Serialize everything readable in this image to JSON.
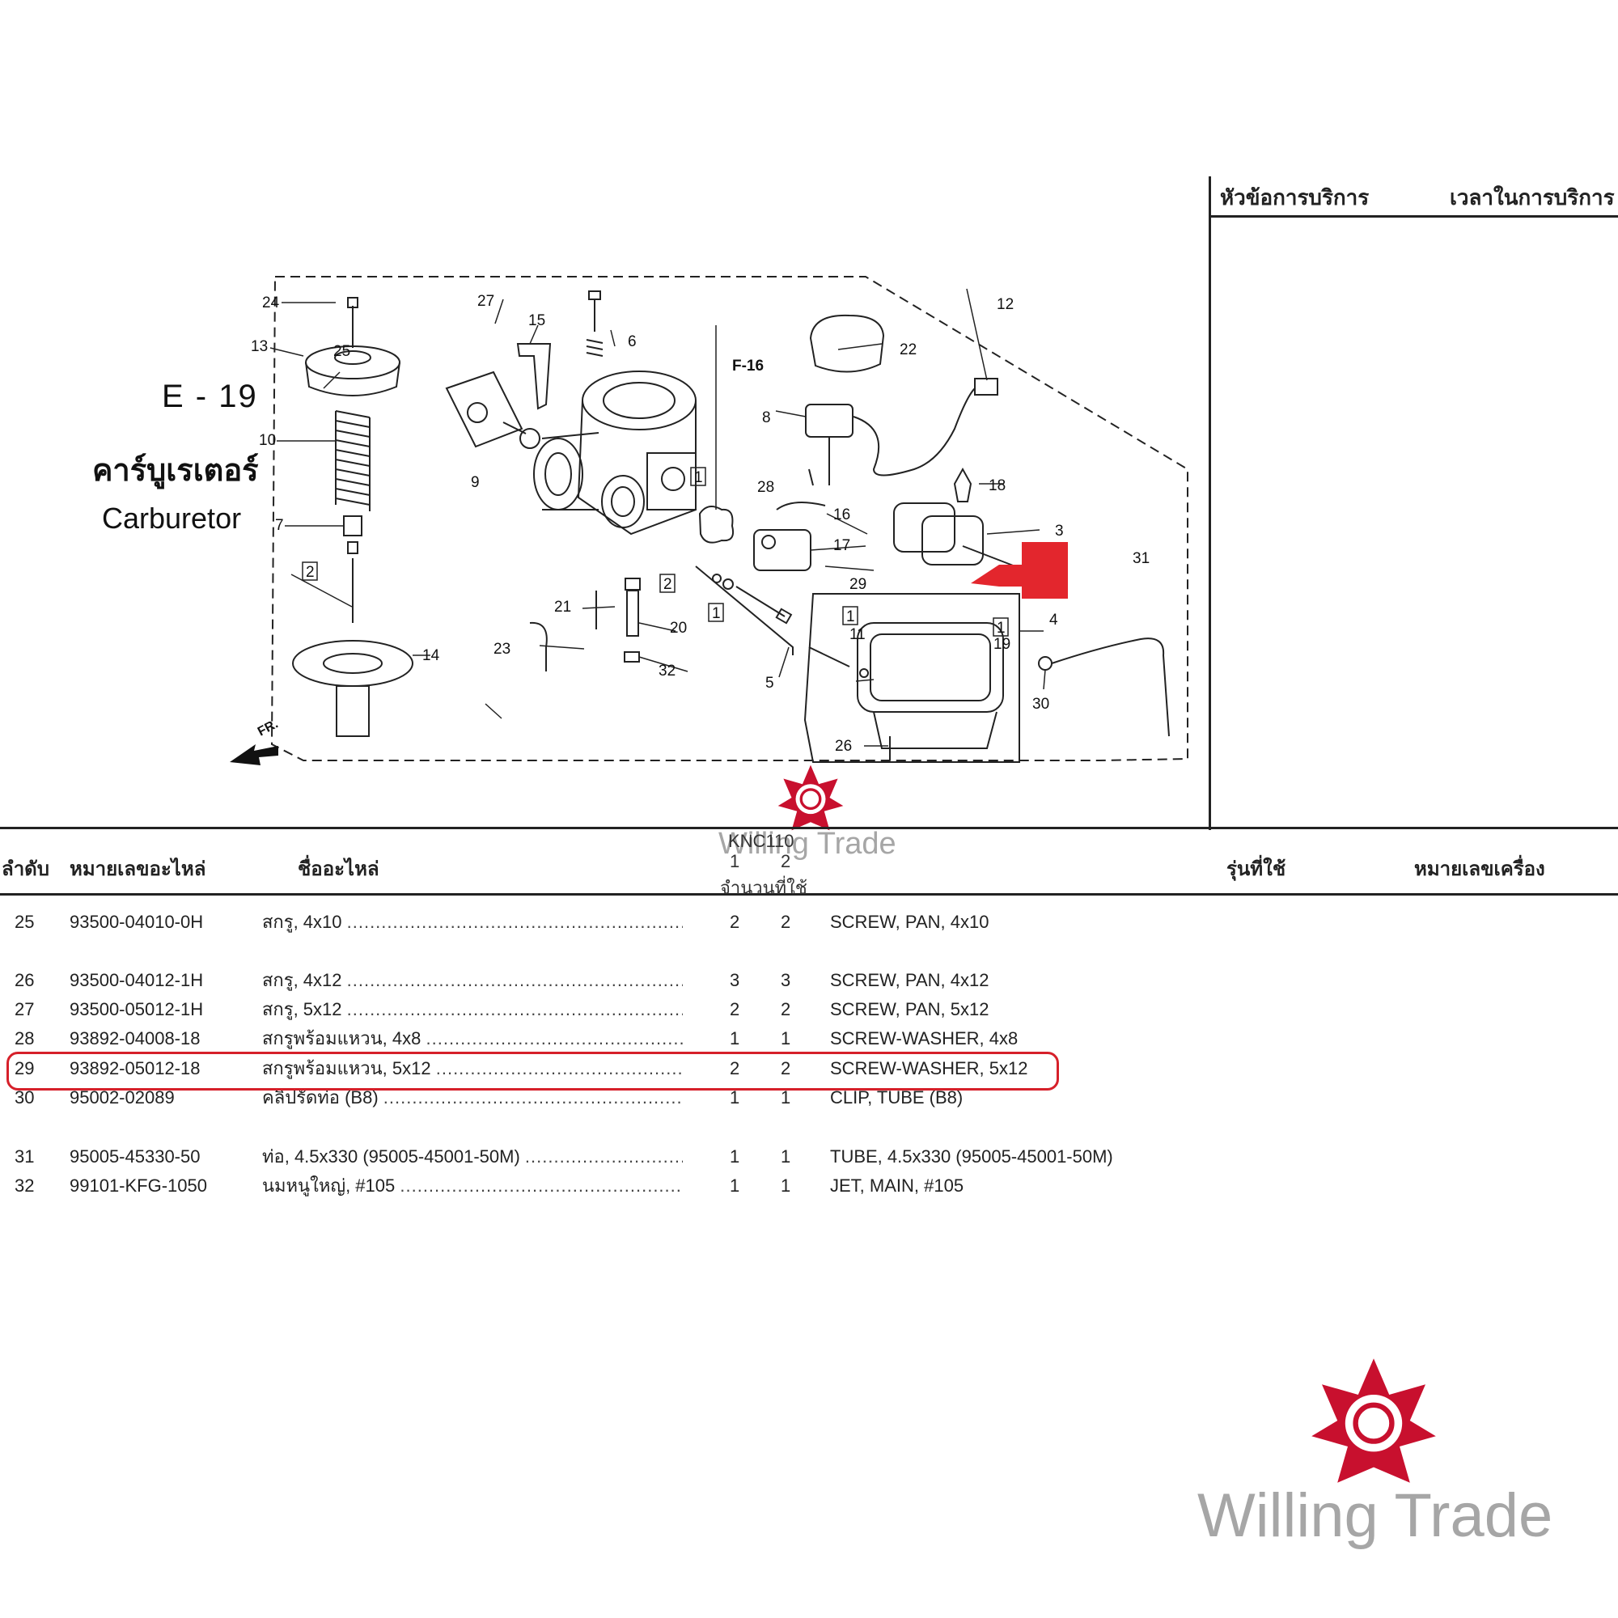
{
  "service_panel": {
    "header_service": "หัวข้อการบริการ",
    "header_time": "เวลาในการบริการ"
  },
  "section": {
    "code": "E - 19",
    "title_th": "คาร์บูเรเตอร์",
    "title_en": "Carburetor"
  },
  "diagram": {
    "callouts": [
      "1",
      "2",
      "3",
      "4",
      "5",
      "6",
      "7",
      "8",
      "9",
      "10",
      "11",
      "12",
      "13",
      "14",
      "15",
      "16",
      "17",
      "18",
      "19",
      "20",
      "21",
      "22",
      "23",
      "24",
      "25",
      "26",
      "27",
      "28",
      "29",
      "30",
      "31",
      "32"
    ],
    "ref_label": "F-16",
    "front_label": "FR.",
    "arrow_color": "#e3262d"
  },
  "table": {
    "headers": {
      "no": "ลำดับ",
      "part_number": "หมายเลขอะไหล่",
      "part_name": "ชื่ออะไหล่",
      "model_code": "KNC110",
      "qty_col1": "1",
      "qty_col2": "2",
      "qty_label": "จำนวนที่ใช้",
      "model": "รุ่นที่ใช้",
      "engine_no": "หมายเลขเครื่อง"
    },
    "rows": [
      {
        "no": "25",
        "pn": "93500-04010-0H",
        "th": "สกรู, 4x10",
        "q1": "2",
        "q2": "2",
        "en": "SCREW, PAN, 4x10"
      },
      {
        "no": "26",
        "pn": "93500-04012-1H",
        "th": "สกรู, 4x12",
        "q1": "3",
        "q2": "3",
        "en": "SCREW, PAN, 4x12"
      },
      {
        "no": "27",
        "pn": "93500-05012-1H",
        "th": "สกรู, 5x12",
        "q1": "2",
        "q2": "2",
        "en": "SCREW, PAN, 5x12"
      },
      {
        "no": "28",
        "pn": "93892-04008-18",
        "th": "สกรูพร้อมแหวน, 4x8",
        "q1": "1",
        "q2": "1",
        "en": "SCREW-WASHER, 4x8"
      },
      {
        "no": "29",
        "pn": "93892-05012-18",
        "th": "สกรูพร้อมแหวน, 5x12",
        "q1": "2",
        "q2": "2",
        "en": "SCREW-WASHER, 5x12"
      },
      {
        "no": "30",
        "pn": "95002-02089",
        "th": "คลิปรัดท่อ (B8)",
        "q1": "1",
        "q2": "1",
        "en": "CLIP, TUBE (B8)"
      },
      {
        "no": "31",
        "pn": "95005-45330-50",
        "th": "ท่อ, 4.5x330 (95005-45001-50M)",
        "q1": "1",
        "q2": "1",
        "en": "TUBE, 4.5x330 (95005-45001-50M)"
      },
      {
        "no": "32",
        "pn": "99101-KFG-1050",
        "th": "นมหนูใหญ่, #105",
        "q1": "1",
        "q2": "1",
        "en": "JET, MAIN, #105"
      }
    ],
    "highlight_color": "#d6202a",
    "dots": "................................................................................................................."
  },
  "watermark": {
    "brand": "Willing Trade",
    "logo_color": "#c8102e",
    "text_color": "#a6a6a6"
  }
}
